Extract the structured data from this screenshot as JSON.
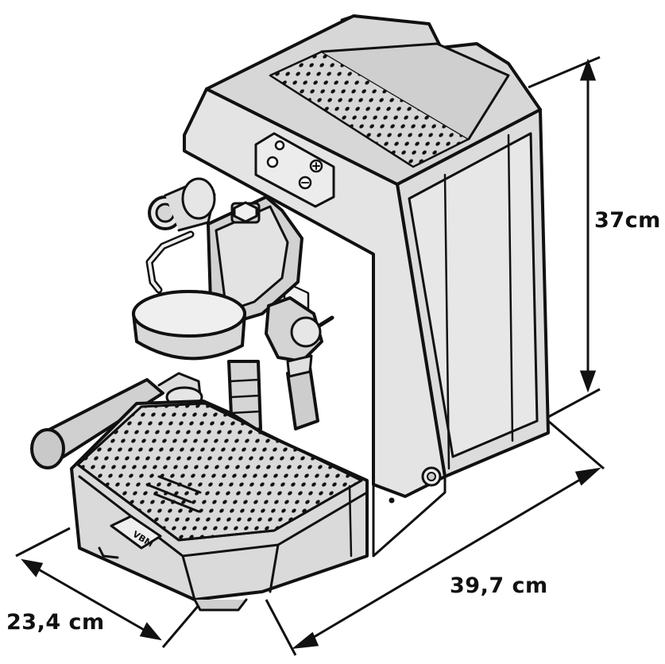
{
  "dimensions": {
    "height": "37cm",
    "width": "39,7 cm",
    "depth": "23,4 cm"
  },
  "brand": {
    "logo_text": "VBM"
  },
  "colors": {
    "line": "#111111",
    "body": "#d9d9d9",
    "light": "#eeeeee",
    "background": "#ffffff"
  },
  "icons": [
    "power-icon",
    "plus-icon",
    "minus-icon",
    "display-icon"
  ]
}
